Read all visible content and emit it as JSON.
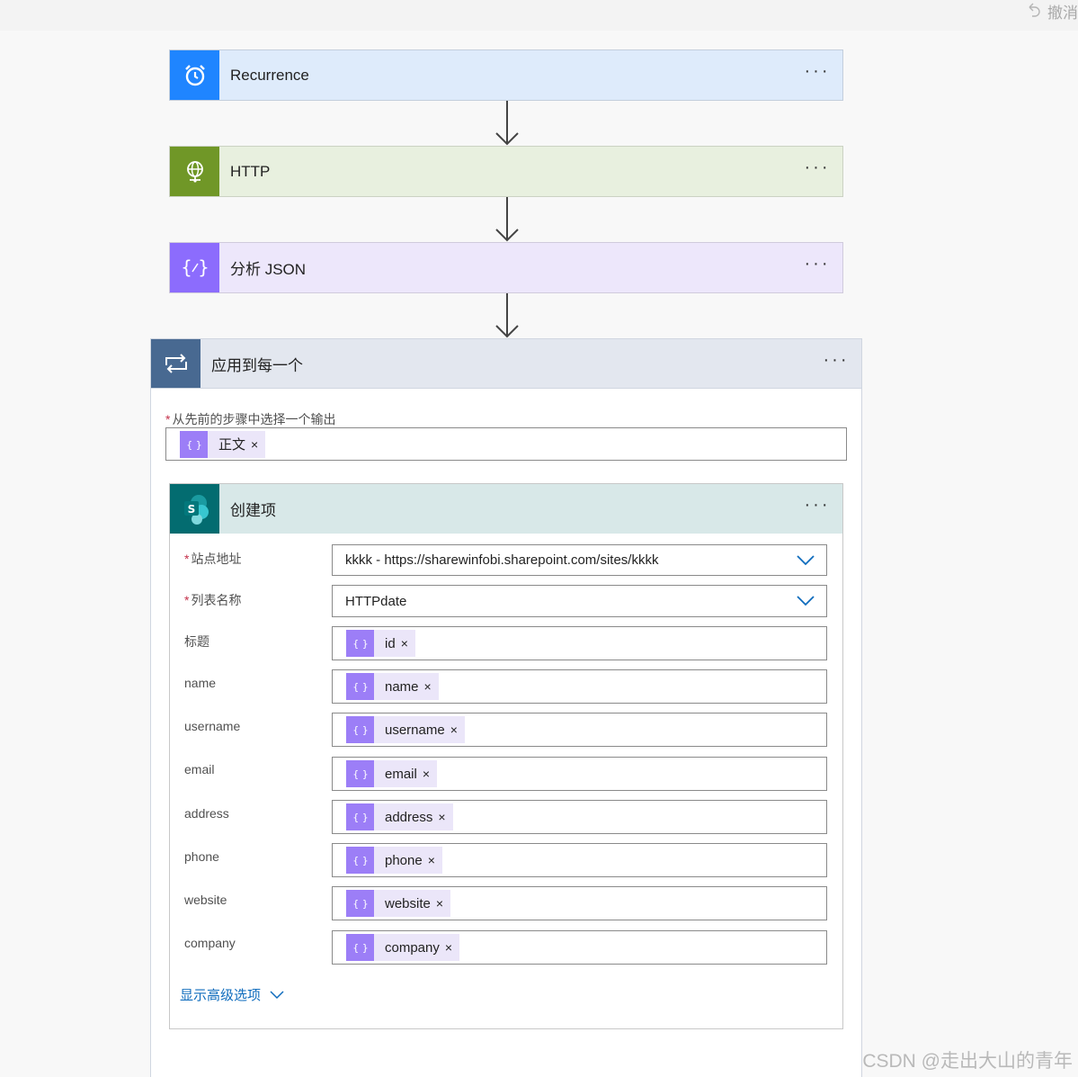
{
  "toolbar": {
    "undo_label": "撤消"
  },
  "flow": {
    "recurrence": {
      "title": "Recurrence",
      "more": "···",
      "color": "#1f85ff",
      "bg": "#deebfb"
    },
    "http": {
      "title": "HTTP",
      "more": "···",
      "color": "#709727",
      "bg": "#e8f0df"
    },
    "parse_json": {
      "title": "分析 JSON",
      "more": "···",
      "color": "#8c6cfd",
      "bg": "#ede7fb"
    },
    "apply_each": {
      "title": "应用到每一个",
      "more": "···",
      "color": "#486991",
      "bg": "#e3e7ef",
      "select_output_label": "从先前的步骤中选择一个输出",
      "select_output_token": "正文",
      "create_item": {
        "title": "创建项",
        "more": "···",
        "color": "#036c70",
        "bg": "#d8e8e8",
        "site_label": "站点地址",
        "site_value": "kkkk - https://sharewinfobi.sharepoint.com/sites/kkkk",
        "list_label": "列表名称",
        "list_value": "HTTPdate",
        "fields": [
          {
            "label": "标题",
            "token": "id"
          },
          {
            "label": "name",
            "token": "name"
          },
          {
            "label": "username",
            "token": "username"
          },
          {
            "label": "email",
            "token": "email"
          },
          {
            "label": "address",
            "token": "address"
          },
          {
            "label": "phone",
            "token": "phone"
          },
          {
            "label": "website",
            "token": "website"
          },
          {
            "label": "company",
            "token": "company"
          }
        ],
        "advanced_label": "显示高级选项"
      }
    }
  },
  "required_mark": "*",
  "token_remove": "×",
  "token_icon": "expression-icon",
  "watermark": "CSDN @走出大山的青年"
}
